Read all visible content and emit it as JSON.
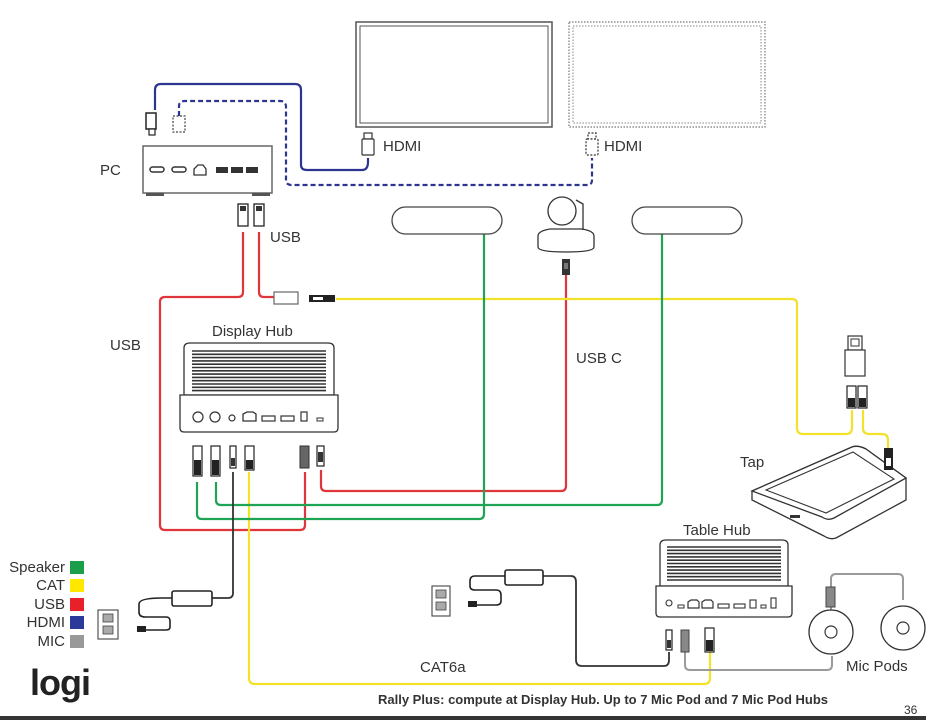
{
  "labels": {
    "pc": "PC",
    "usb_pc": "USB",
    "usb_left": "USB",
    "display_hub": "Display Hub",
    "hdmi_1": "HDMI",
    "hdmi_2": "HDMI",
    "usb_c": "USB C",
    "tap": "Tap",
    "table_hub": "Table Hub",
    "mic_pods": "Mic Pods",
    "cat6a": "CAT6a"
  },
  "legend": [
    {
      "label": "Speaker",
      "color": "#1a9e4a"
    },
    {
      "label": "CAT",
      "color": "#ffe800"
    },
    {
      "label": "USB",
      "color": "#e8202a"
    },
    {
      "label": "HDMI",
      "color": "#2b3a9a"
    },
    {
      "label": "MIC",
      "color": "#999999"
    }
  ],
  "cable_colors": {
    "speaker": "#1fa355",
    "cat": "#f2e22a",
    "usb": "#e0353a",
    "hdmi": "#2c3590",
    "mic": "#9a9a9a",
    "power": "#333333"
  },
  "logo": "logi",
  "footer": "Rally Plus: compute at Display Hub.  Up to 7 Mic Pod and 7 Mic Pod Hubs",
  "page_number": "36"
}
